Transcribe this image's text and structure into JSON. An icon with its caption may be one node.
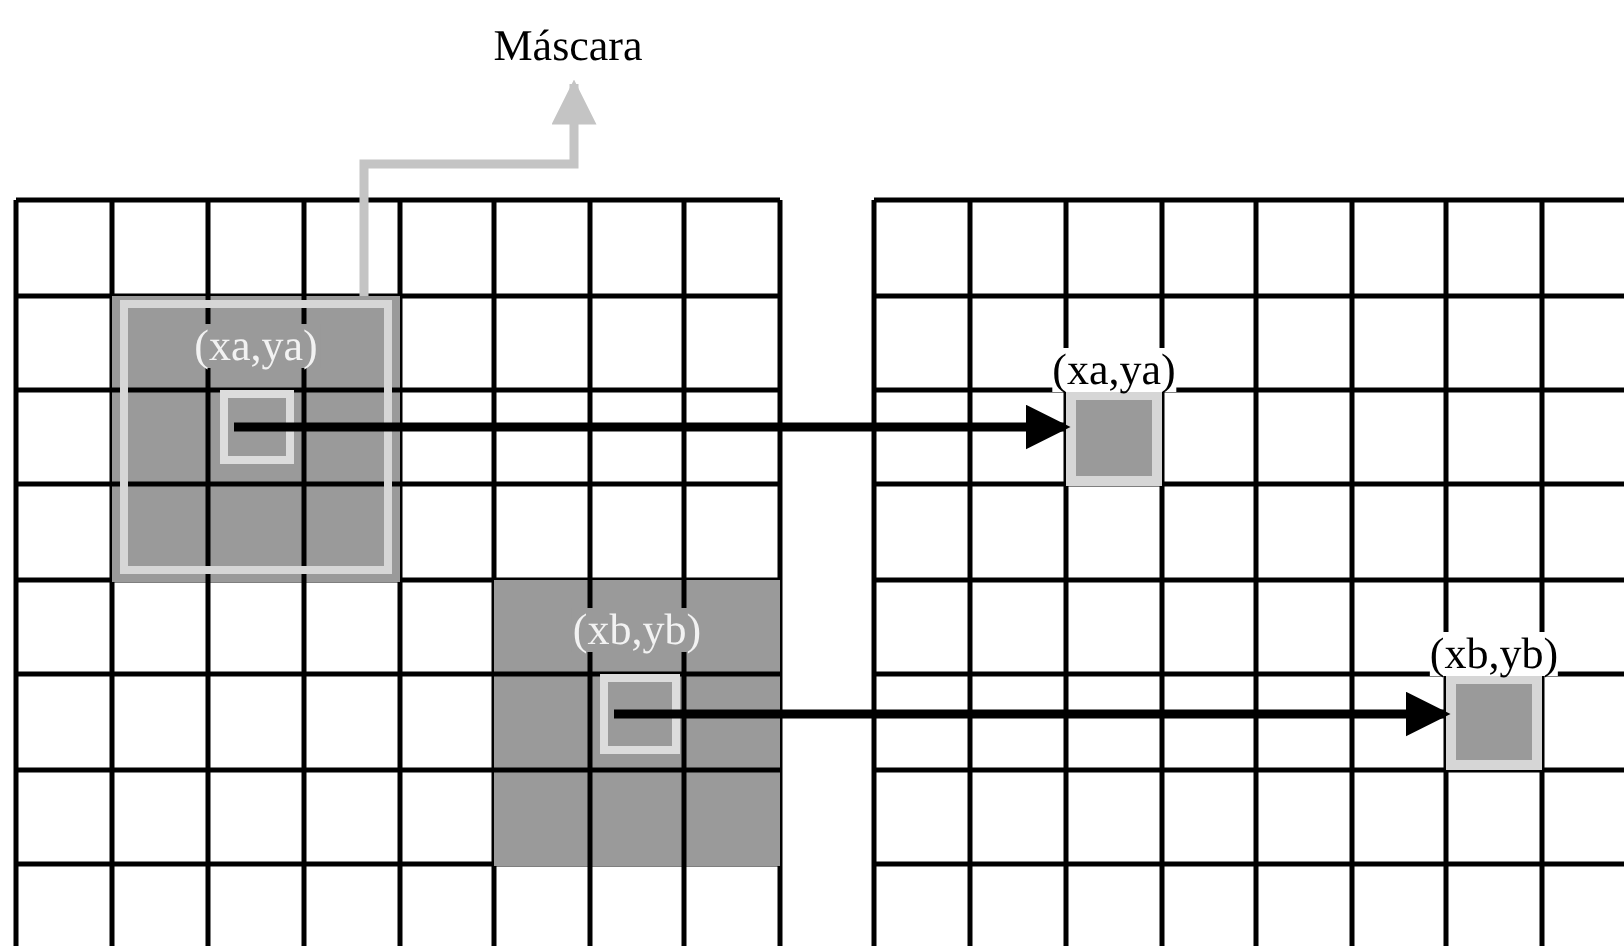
{
  "diagram": {
    "nodes": [
      {
        "text": [
          "Máscara"
        ]
      },
      {
        "text": [
          "(xa,ya)"
        ]
      },
      {
        "text": [],
        "shape": "box",
        "in": 1
      },
      {
        "text": [],
        "shape": "box",
        "beside": [
          "(xa,ya)"
        ]
      },
      {
        "text": [
          "(xb,yb)"
        ]
      },
      {
        "text": [],
        "shape": "box",
        "in": 4
      },
      {
        "text": [],
        "shape": "box",
        "beside": [
          "(xb,yb)"
        ]
      }
    ],
    "edges": [
      {
        "from": 1,
        "to": 0,
        "arrow": "to",
        "color": "#c4c4c4"
      },
      {
        "from": 2,
        "to": 3,
        "arrow": "to"
      },
      {
        "from": 5,
        "to": 6,
        "arrow": "to"
      }
    ]
  }
}
